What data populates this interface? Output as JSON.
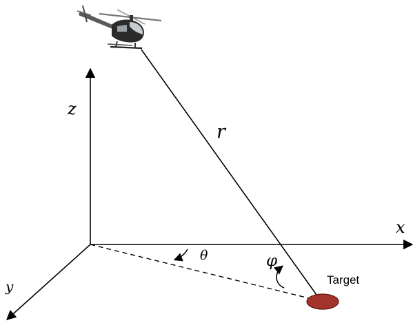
{
  "labels": {
    "z_axis": "z",
    "x_axis": "x",
    "y_axis": "y",
    "range": "r",
    "theta": "θ",
    "phi": "φ",
    "target": "Target"
  },
  "icons": {
    "aircraft": "helicopter-icon"
  },
  "colors": {
    "target_fill": "#a3332b",
    "target_stroke": "#5a1410",
    "lines": "#000000"
  }
}
